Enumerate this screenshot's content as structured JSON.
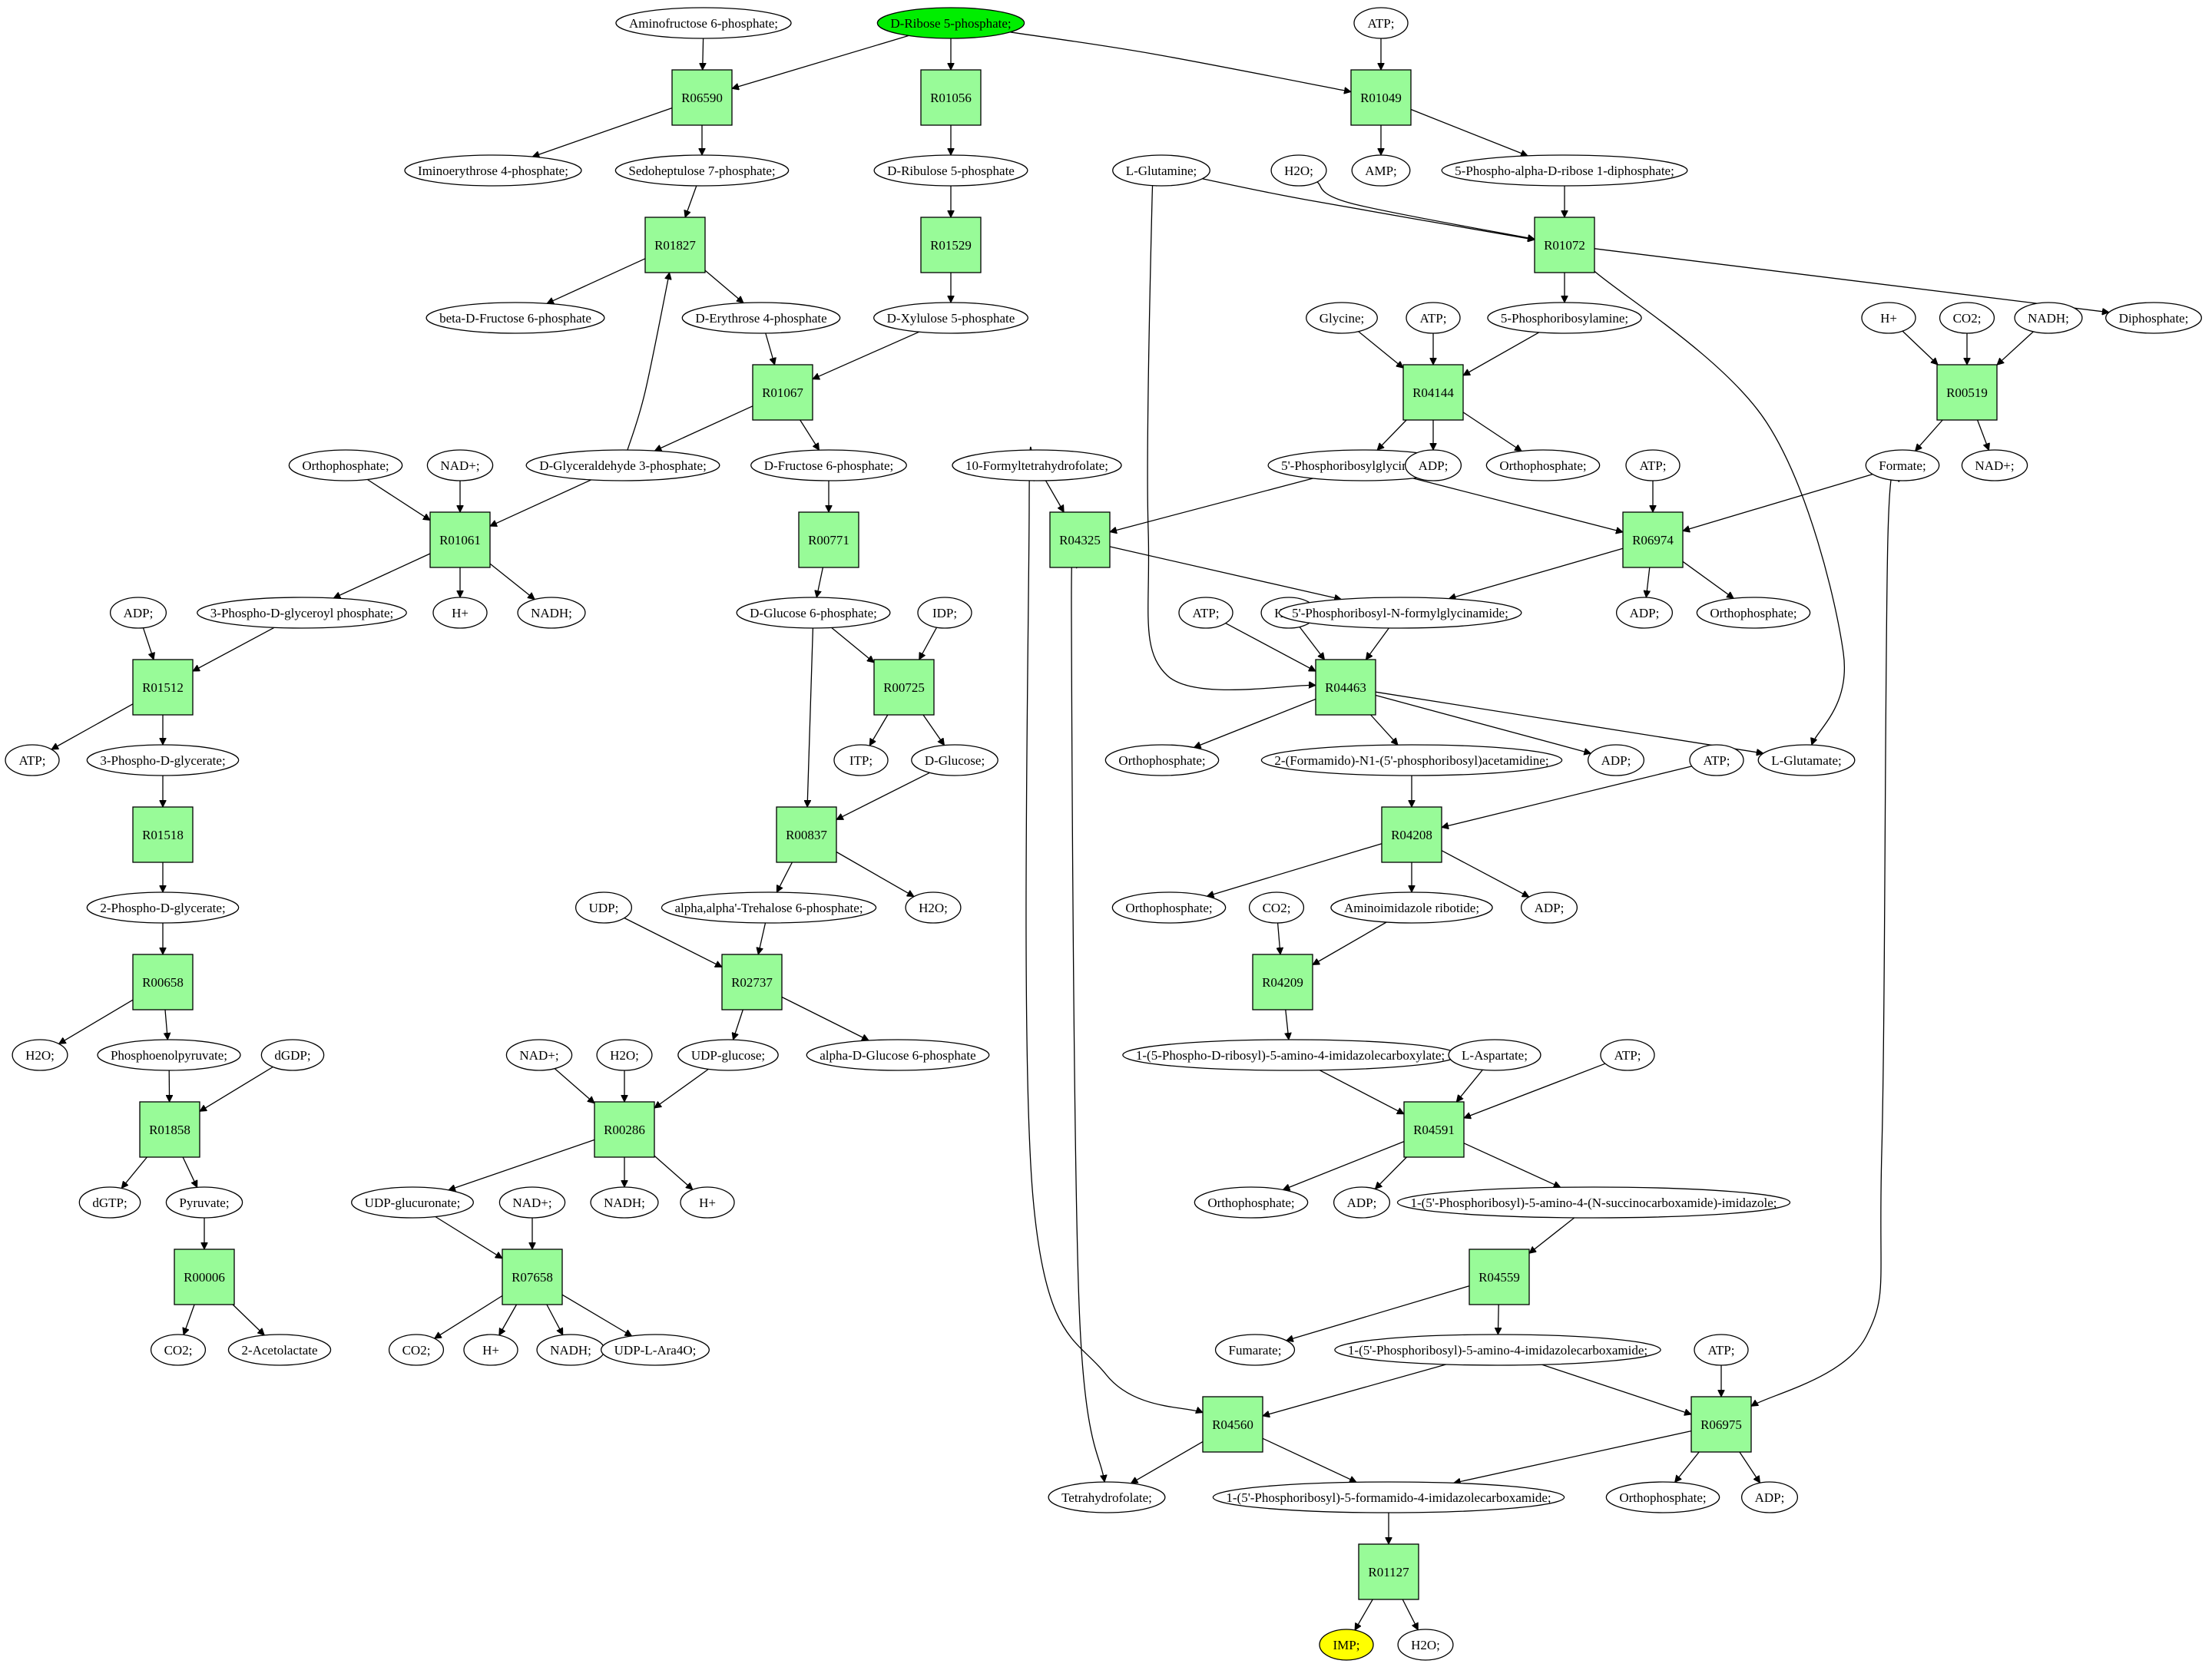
{
  "nodes": [
    {
      "id": "c_amf6p",
      "type": "compound",
      "label": "Aminofructose 6-phosphate;"
    },
    {
      "id": "c_r5p",
      "type": "compound",
      "label": "D-Ribose 5-phosphate;",
      "color": "#00ee00"
    },
    {
      "id": "c_atp_top",
      "type": "compound",
      "label": "ATP;"
    },
    {
      "id": "R06590",
      "type": "reaction",
      "label": "R06590"
    },
    {
      "id": "R01056",
      "type": "reaction",
      "label": "R01056"
    },
    {
      "id": "R01049",
      "type": "reaction",
      "label": "R01049"
    },
    {
      "id": "c_ie4p",
      "type": "compound",
      "label": "Iminoerythrose 4-phosphate;"
    },
    {
      "id": "c_s7p",
      "type": "compound",
      "label": "Sedoheptulose 7-phosphate;"
    },
    {
      "id": "c_ru5p",
      "type": "compound",
      "label": "D-Ribulose 5-phosphate"
    },
    {
      "id": "c_lgln",
      "type": "compound",
      "label": "L-Glutamine;"
    },
    {
      "id": "c_h2o_1072",
      "type": "compound",
      "label": "H2O;"
    },
    {
      "id": "c_amp",
      "type": "compound",
      "label": "AMP;"
    },
    {
      "id": "c_prpp",
      "type": "compound",
      "label": "5-Phospho-alpha-D-ribose 1-diphosphate;"
    },
    {
      "id": "R01827",
      "type": "reaction",
      "label": "R01827"
    },
    {
      "id": "R01529",
      "type": "reaction",
      "label": "R01529"
    },
    {
      "id": "R01072",
      "type": "reaction",
      "label": "R01072"
    },
    {
      "id": "c_bf6p",
      "type": "compound",
      "label": "beta-D-Fructose 6-phosphate"
    },
    {
      "id": "c_e4p",
      "type": "compound",
      "label": "D-Erythrose 4-phosphate"
    },
    {
      "id": "c_xu5p",
      "type": "compound",
      "label": "D-Xylulose 5-phosphate"
    },
    {
      "id": "c_gly",
      "type": "compound",
      "label": "Glycine;"
    },
    {
      "id": "c_atp_4144",
      "type": "compound",
      "label": "ATP;"
    },
    {
      "id": "c_pra",
      "type": "compound",
      "label": "5-Phosphoribosylamine;"
    },
    {
      "id": "c_hplus_519",
      "type": "compound",
      "label": "H+"
    },
    {
      "id": "c_co2_519",
      "type": "compound",
      "label": "CO2;"
    },
    {
      "id": "c_nadh_519",
      "type": "compound",
      "label": "NADH;"
    },
    {
      "id": "c_ppi",
      "type": "compound",
      "label": "Diphosphate;"
    },
    {
      "id": "R01067",
      "type": "reaction",
      "label": "R01067"
    },
    {
      "id": "R04144",
      "type": "reaction",
      "label": "R04144"
    },
    {
      "id": "R00519",
      "type": "reaction",
      "label": "R00519"
    },
    {
      "id": "c_pi_1061",
      "type": "compound",
      "label": "Orthophosphate;"
    },
    {
      "id": "c_nad_1061",
      "type": "compound",
      "label": "NAD+;"
    },
    {
      "id": "c_g3p",
      "type": "compound",
      "label": "D-Glyceraldehyde 3-phosphate;"
    },
    {
      "id": "c_f6p",
      "type": "compound",
      "label": "D-Fructose 6-phosphate;"
    },
    {
      "id": "c_10fthf",
      "type": "compound",
      "label": "10-Formyltetrahydrofolate;"
    },
    {
      "id": "c_gar",
      "type": "compound",
      "label": "5'-Phosphoribosylglycinamide;"
    },
    {
      "id": "c_adp_4144",
      "type": "compound",
      "label": "ADP;"
    },
    {
      "id": "c_pi_4144",
      "type": "compound",
      "label": "Orthophosphate;"
    },
    {
      "id": "c_atp_6974",
      "type": "compound",
      "label": "ATP;"
    },
    {
      "id": "c_formate",
      "type": "compound",
      "label": "Formate;"
    },
    {
      "id": "c_nad_519",
      "type": "compound",
      "label": "NAD+;"
    },
    {
      "id": "R01061",
      "type": "reaction",
      "label": "R01061"
    },
    {
      "id": "R00771",
      "type": "reaction",
      "label": "R00771"
    },
    {
      "id": "R04325",
      "type": "reaction",
      "label": "R04325"
    },
    {
      "id": "R06974",
      "type": "reaction",
      "label": "R06974"
    },
    {
      "id": "c_adp_1512",
      "type": "compound",
      "label": "ADP;"
    },
    {
      "id": "c_13bpg",
      "type": "compound",
      "label": "3-Phospho-D-glyceroyl phosphate;"
    },
    {
      "id": "c_hplus_1061",
      "type": "compound",
      "label": "H+"
    },
    {
      "id": "c_nadh_1061",
      "type": "compound",
      "label": "NADH;"
    },
    {
      "id": "c_g6p",
      "type": "compound",
      "label": "D-Glucose 6-phosphate;"
    },
    {
      "id": "c_idp",
      "type": "compound",
      "label": "IDP;"
    },
    {
      "id": "c_atp_4463",
      "type": "compound",
      "label": "ATP;"
    },
    {
      "id": "c_h2o_4463",
      "type": "compound",
      "label": "H2O;"
    },
    {
      "id": "c_fgar",
      "type": "compound",
      "label": "5'-Phosphoribosyl-N-formylglycinamide;"
    },
    {
      "id": "c_adp_6974",
      "type": "compound",
      "label": "ADP;"
    },
    {
      "id": "c_pi_6974",
      "type": "compound",
      "label": "Orthophosphate;"
    },
    {
      "id": "R01512",
      "type": "reaction",
      "label": "R01512"
    },
    {
      "id": "R00725",
      "type": "reaction",
      "label": "R00725"
    },
    {
      "id": "R04463",
      "type": "reaction",
      "label": "R04463"
    },
    {
      "id": "c_atp_1512",
      "type": "compound",
      "label": "ATP;"
    },
    {
      "id": "c_3pg",
      "type": "compound",
      "label": "3-Phospho-D-glycerate;"
    },
    {
      "id": "c_itp",
      "type": "compound",
      "label": "ITP;"
    },
    {
      "id": "c_glc",
      "type": "compound",
      "label": "D-Glucose;"
    },
    {
      "id": "c_pi_4463",
      "type": "compound",
      "label": "Orthophosphate;"
    },
    {
      "id": "c_fgam",
      "type": "compound",
      "label": "2-(Formamido)-N1-(5'-phosphoribosyl)acetamidine;"
    },
    {
      "id": "c_adp_4463",
      "type": "compound",
      "label": "ADP;"
    },
    {
      "id": "c_atp_4208",
      "type": "compound",
      "label": "ATP;"
    },
    {
      "id": "c_lglu",
      "type": "compound",
      "label": "L-Glutamate;"
    },
    {
      "id": "R01518",
      "type": "reaction",
      "label": "R01518"
    },
    {
      "id": "R00837",
      "type": "reaction",
      "label": "R00837"
    },
    {
      "id": "R04208",
      "type": "reaction",
      "label": "R04208"
    },
    {
      "id": "c_2pg",
      "type": "compound",
      "label": "2-Phospho-D-glycerate;"
    },
    {
      "id": "c_udp",
      "type": "compound",
      "label": "UDP;"
    },
    {
      "id": "c_t6p",
      "type": "compound",
      "label": "alpha,alpha'-Trehalose 6-phosphate;"
    },
    {
      "id": "c_h2o_837",
      "type": "compound",
      "label": "H2O;"
    },
    {
      "id": "c_pi_4208",
      "type": "compound",
      "label": "Orthophosphate;"
    },
    {
      "id": "c_co2_4209",
      "type": "compound",
      "label": "CO2;"
    },
    {
      "id": "c_air",
      "type": "compound",
      "label": "Aminoimidazole ribotide;"
    },
    {
      "id": "c_adp_4208",
      "type": "compound",
      "label": "ADP;"
    },
    {
      "id": "R00658",
      "type": "reaction",
      "label": "R00658"
    },
    {
      "id": "R02737",
      "type": "reaction",
      "label": "R02737"
    },
    {
      "id": "R04209",
      "type": "reaction",
      "label": "R04209"
    },
    {
      "id": "c_h2o_658",
      "type": "compound",
      "label": "H2O;"
    },
    {
      "id": "c_pep",
      "type": "compound",
      "label": "Phosphoenolpyruvate;"
    },
    {
      "id": "c_dgdp",
      "type": "compound",
      "label": "dGDP;"
    },
    {
      "id": "c_nad_286",
      "type": "compound",
      "label": "NAD+;"
    },
    {
      "id": "c_h2o_286",
      "type": "compound",
      "label": "H2O;"
    },
    {
      "id": "c_udpglc",
      "type": "compound",
      "label": "UDP-glucose;"
    },
    {
      "id": "c_ag6p",
      "type": "compound",
      "label": "alpha-D-Glucose 6-phosphate"
    },
    {
      "id": "c_cair",
      "type": "compound",
      "label": "1-(5-Phospho-D-ribosyl)-5-amino-4-imidazolecarboxylate;"
    },
    {
      "id": "c_lasp",
      "type": "compound",
      "label": "L-Aspartate;"
    },
    {
      "id": "c_atp_4591",
      "type": "compound",
      "label": "ATP;"
    },
    {
      "id": "R01858",
      "type": "reaction",
      "label": "R01858"
    },
    {
      "id": "R00286",
      "type": "reaction",
      "label": "R00286"
    },
    {
      "id": "R04591",
      "type": "reaction",
      "label": "R04591"
    },
    {
      "id": "c_dgtp",
      "type": "compound",
      "label": "dGTP;"
    },
    {
      "id": "c_pyr",
      "type": "compound",
      "label": "Pyruvate;"
    },
    {
      "id": "c_udpgluc",
      "type": "compound",
      "label": "UDP-glucuronate;"
    },
    {
      "id": "c_nad_7658",
      "type": "compound",
      "label": "NAD+;"
    },
    {
      "id": "c_nadh_286",
      "type": "compound",
      "label": "NADH;"
    },
    {
      "id": "c_hplus_286",
      "type": "compound",
      "label": "H+"
    },
    {
      "id": "c_pi_4591",
      "type": "compound",
      "label": "Orthophosphate;"
    },
    {
      "id": "c_adp_4591",
      "type": "compound",
      "label": "ADP;"
    },
    {
      "id": "c_saicar",
      "type": "compound",
      "label": "1-(5'-Phosphoribosyl)-5-amino-4-(N-succinocarboxamide)-imidazole;"
    },
    {
      "id": "R00006",
      "type": "reaction",
      "label": "R00006"
    },
    {
      "id": "R07658",
      "type": "reaction",
      "label": "R07658"
    },
    {
      "id": "R04559",
      "type": "reaction",
      "label": "R04559"
    },
    {
      "id": "c_co2_6",
      "type": "compound",
      "label": "CO2;"
    },
    {
      "id": "c_acetolactate",
      "type": "compound",
      "label": "2-Acetolactate"
    },
    {
      "id": "c_co2_7658",
      "type": "compound",
      "label": "CO2;"
    },
    {
      "id": "c_hplus_7658",
      "type": "compound",
      "label": "H+"
    },
    {
      "id": "c_nadh_7658",
      "type": "compound",
      "label": "NADH;"
    },
    {
      "id": "c_udpara",
      "type": "compound",
      "label": "UDP-L-Ara4O;"
    },
    {
      "id": "c_fumarate",
      "type": "compound",
      "label": "Fumarate;"
    },
    {
      "id": "c_aicar",
      "type": "compound",
      "label": "1-(5'-Phosphoribosyl)-5-amino-4-imidazolecarboxamide;"
    },
    {
      "id": "c_atp_6975",
      "type": "compound",
      "label": "ATP;"
    },
    {
      "id": "R04560",
      "type": "reaction",
      "label": "R04560"
    },
    {
      "id": "R06975",
      "type": "reaction",
      "label": "R06975"
    },
    {
      "id": "c_thf",
      "type": "compound",
      "label": "Tetrahydrofolate;"
    },
    {
      "id": "c_faicar",
      "type": "compound",
      "label": "1-(5'-Phosphoribosyl)-5-formamido-4-imidazolecarboxamide;"
    },
    {
      "id": "c_pi_6975",
      "type": "compound",
      "label": "Orthophosphate;"
    },
    {
      "id": "c_adp_6975",
      "type": "compound",
      "label": "ADP;"
    },
    {
      "id": "R01127",
      "type": "reaction",
      "label": "R01127"
    },
    {
      "id": "c_imp",
      "type": "compound",
      "label": "IMP;",
      "color": "#ffff00"
    },
    {
      "id": "c_h2o_1127",
      "type": "compound",
      "label": "H2O;"
    }
  ],
  "edges": [
    [
      "c_amf6p",
      "R06590"
    ],
    [
      "c_r5p",
      "R06590"
    ],
    [
      "R06590",
      "c_ie4p"
    ],
    [
      "R06590",
      "c_s7p"
    ],
    [
      "c_r5p",
      "R01056"
    ],
    [
      "R01056",
      "c_ru5p"
    ],
    [
      "c_r5p",
      "R01049"
    ],
    [
      "c_atp_top",
      "R01049"
    ],
    [
      "R01049",
      "c_amp"
    ],
    [
      "R01049",
      "c_prpp"
    ],
    [
      "c_s7p",
      "R01827"
    ],
    [
      "c_g3p",
      "R01827"
    ],
    [
      "R01827",
      "c_bf6p"
    ],
    [
      "R01827",
      "c_e4p"
    ],
    [
      "c_ru5p",
      "R01529"
    ],
    [
      "R01529",
      "c_xu5p"
    ],
    [
      "c_lgln",
      "R01072"
    ],
    [
      "c_h2o_1072",
      "R01072"
    ],
    [
      "c_prpp",
      "R01072"
    ],
    [
      "R01072",
      "c_pra"
    ],
    [
      "R01072",
      "c_ppi"
    ],
    [
      "R01072",
      "c_lglu"
    ],
    [
      "c_e4p",
      "R01067"
    ],
    [
      "c_xu5p",
      "R01067"
    ],
    [
      "R01067",
      "c_g3p"
    ],
    [
      "R01067",
      "c_f6p"
    ],
    [
      "c_gly",
      "R04144"
    ],
    [
      "c_atp_4144",
      "R04144"
    ],
    [
      "c_pra",
      "R04144"
    ],
    [
      "R04144",
      "c_gar"
    ],
    [
      "R04144",
      "c_adp_4144"
    ],
    [
      "R04144",
      "c_pi_4144"
    ],
    [
      "c_hplus_519",
      "R00519"
    ],
    [
      "c_co2_519",
      "R00519"
    ],
    [
      "c_nadh_519",
      "R00519"
    ],
    [
      "R00519",
      "c_formate"
    ],
    [
      "R00519",
      "c_nad_519"
    ],
    [
      "c_pi_1061",
      "R01061"
    ],
    [
      "c_nad_1061",
      "R01061"
    ],
    [
      "c_g3p",
      "R01061"
    ],
    [
      "R01061",
      "c_13bpg"
    ],
    [
      "R01061",
      "c_hplus_1061"
    ],
    [
      "R01061",
      "c_nadh_1061"
    ],
    [
      "c_f6p",
      "R00771"
    ],
    [
      "R00771",
      "c_g6p"
    ],
    [
      "c_10fthf",
      "R04325"
    ],
    [
      "c_gar",
      "R04325"
    ],
    [
      "R04325",
      "c_fgar"
    ],
    [
      "R04325",
      "c_thf"
    ],
    [
      "c_gar",
      "R06974"
    ],
    [
      "c_atp_6974",
      "R06974"
    ],
    [
      "c_formate",
      "R06974"
    ],
    [
      "R06974",
      "c_fgar"
    ],
    [
      "R06974",
      "c_adp_6974"
    ],
    [
      "R06974",
      "c_pi_6974"
    ],
    [
      "c_adp_1512",
      "R01512"
    ],
    [
      "c_13bpg",
      "R01512"
    ],
    [
      "R01512",
      "c_atp_1512"
    ],
    [
      "R01512",
      "c_3pg"
    ],
    [
      "c_g6p",
      "R00725"
    ],
    [
      "c_idp",
      "R00725"
    ],
    [
      "R00725",
      "c_itp"
    ],
    [
      "R00725",
      "c_glc"
    ],
    [
      "c_atp_4463",
      "R04463"
    ],
    [
      "c_h2o_4463",
      "R04463"
    ],
    [
      "c_fgar",
      "R04463"
    ],
    [
      "c_lgln",
      "R04463"
    ],
    [
      "R04463",
      "c_pi_4463"
    ],
    [
      "R04463",
      "c_fgam"
    ],
    [
      "R04463",
      "c_adp_4463"
    ],
    [
      "R04463",
      "c_lglu"
    ],
    [
      "c_3pg",
      "R01518"
    ],
    [
      "R01518",
      "c_2pg"
    ],
    [
      "c_g6p",
      "R00837"
    ],
    [
      "c_glc",
      "R00837"
    ],
    [
      "R00837",
      "c_t6p"
    ],
    [
      "R00837",
      "c_h2o_837"
    ],
    [
      "c_fgam",
      "R04208"
    ],
    [
      "c_atp_4208",
      "R04208"
    ],
    [
      "R04208",
      "c_pi_4208"
    ],
    [
      "R04208",
      "c_air"
    ],
    [
      "R04208",
      "c_adp_4208"
    ],
    [
      "c_2pg",
      "R00658"
    ],
    [
      "R00658",
      "c_h2o_658"
    ],
    [
      "R00658",
      "c_pep"
    ],
    [
      "c_udp",
      "R02737"
    ],
    [
      "c_t6p",
      "R02737"
    ],
    [
      "R02737",
      "c_udpglc"
    ],
    [
      "R02737",
      "c_ag6p"
    ],
    [
      "c_co2_4209",
      "R04209"
    ],
    [
      "c_air",
      "R04209"
    ],
    [
      "R04209",
      "c_cair"
    ],
    [
      "c_pep",
      "R01858"
    ],
    [
      "c_dgdp",
      "R01858"
    ],
    [
      "R01858",
      "c_dgtp"
    ],
    [
      "R01858",
      "c_pyr"
    ],
    [
      "c_nad_286",
      "R00286"
    ],
    [
      "c_h2o_286",
      "R00286"
    ],
    [
      "c_udpglc",
      "R00286"
    ],
    [
      "R00286",
      "c_udpgluc"
    ],
    [
      "R00286",
      "c_nadh_286"
    ],
    [
      "R00286",
      "c_hplus_286"
    ],
    [
      "c_cair",
      "R04591"
    ],
    [
      "c_lasp",
      "R04591"
    ],
    [
      "c_atp_4591",
      "R04591"
    ],
    [
      "R04591",
      "c_pi_4591"
    ],
    [
      "R04591",
      "c_adp_4591"
    ],
    [
      "R04591",
      "c_saicar"
    ],
    [
      "c_pyr",
      "R00006"
    ],
    [
      "R00006",
      "c_co2_6"
    ],
    [
      "R00006",
      "c_acetolactate"
    ],
    [
      "c_udpgluc",
      "R07658"
    ],
    [
      "c_nad_7658",
      "R07658"
    ],
    [
      "R07658",
      "c_co2_7658"
    ],
    [
      "R07658",
      "c_hplus_7658"
    ],
    [
      "R07658",
      "c_nadh_7658"
    ],
    [
      "R07658",
      "c_udpara"
    ],
    [
      "c_saicar",
      "R04559"
    ],
    [
      "R04559",
      "c_fumarate"
    ],
    [
      "R04559",
      "c_aicar"
    ],
    [
      "c_10fthf",
      "R04560"
    ],
    [
      "c_aicar",
      "R04560"
    ],
    [
      "R04560",
      "c_thf"
    ],
    [
      "R04560",
      "c_faicar"
    ],
    [
      "c_aicar",
      "R06975"
    ],
    [
      "c_atp_6975",
      "R06975"
    ],
    [
      "c_formate",
      "R06975"
    ],
    [
      "R06975",
      "c_faicar"
    ],
    [
      "R06975",
      "c_pi_6975"
    ],
    [
      "R06975",
      "c_adp_6975"
    ],
    [
      "c_faicar",
      "R01127"
    ],
    [
      "R01127",
      "c_imp"
    ],
    [
      "R01127",
      "c_h2o_1127"
    ]
  ]
}
